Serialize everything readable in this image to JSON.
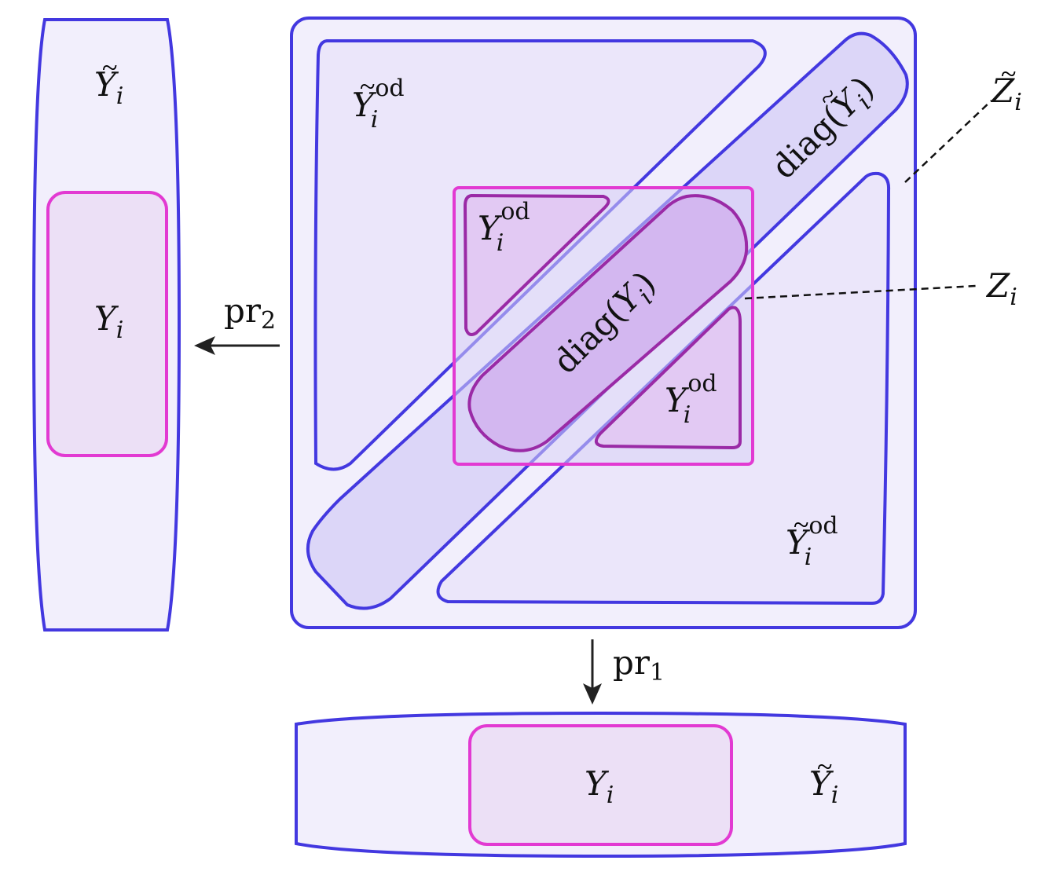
{
  "colors": {
    "blue_stroke": "#4338e0",
    "blue_fill_light": "#f2effc",
    "blue_fill_region": "#ebe6fa",
    "blue_fill_diag": "#dcd6f8",
    "magenta_stroke": "#e23ad2",
    "magenta_fill": "#ece0f6",
    "purple_stroke": "#9a2aa6",
    "purple_fill_diag": "#d3b7f0",
    "purple_fill_od": "#e2c9f3",
    "arrow": "#222222",
    "dashed": "#111111"
  },
  "labels": {
    "left_tilde_base": "Y",
    "left_tilde_sub": "i",
    "left_inner_base": "Y",
    "left_inner_sub": "i",
    "bottom_tilde_base": "Y",
    "bottom_tilde_sub": "i",
    "bottom_inner_base": "Y",
    "bottom_inner_sub": "i",
    "od_tl_base": "Y",
    "od_tl_sub": "i",
    "od_tl_sup": "od",
    "od_br_base": "Y",
    "od_br_sub": "i",
    "od_br_sup": "od",
    "inner_od_tl_base": "Y",
    "inner_od_tl_sub": "i",
    "inner_od_tl_sup": "od",
    "inner_od_br_base": "Y",
    "inner_od_br_sub": "i",
    "inner_od_br_sup": "od",
    "diag_tilde_prefix": "diag(",
    "diag_tilde_base": "Y",
    "diag_tilde_sub": "i",
    "diag_tilde_suffix": ")",
    "diag_inner_prefix": "diag(",
    "diag_inner_base": "Y",
    "diag_inner_sub": "i",
    "diag_inner_suffix": ")",
    "z_tilde_base": "Z",
    "z_tilde_sub": "i",
    "z_base": "Z",
    "z_sub": "i",
    "pr1_base": "pr",
    "pr1_sub": "1",
    "pr2_base": "pr",
    "pr2_sub": "2",
    "tilde_glyph": "~"
  }
}
